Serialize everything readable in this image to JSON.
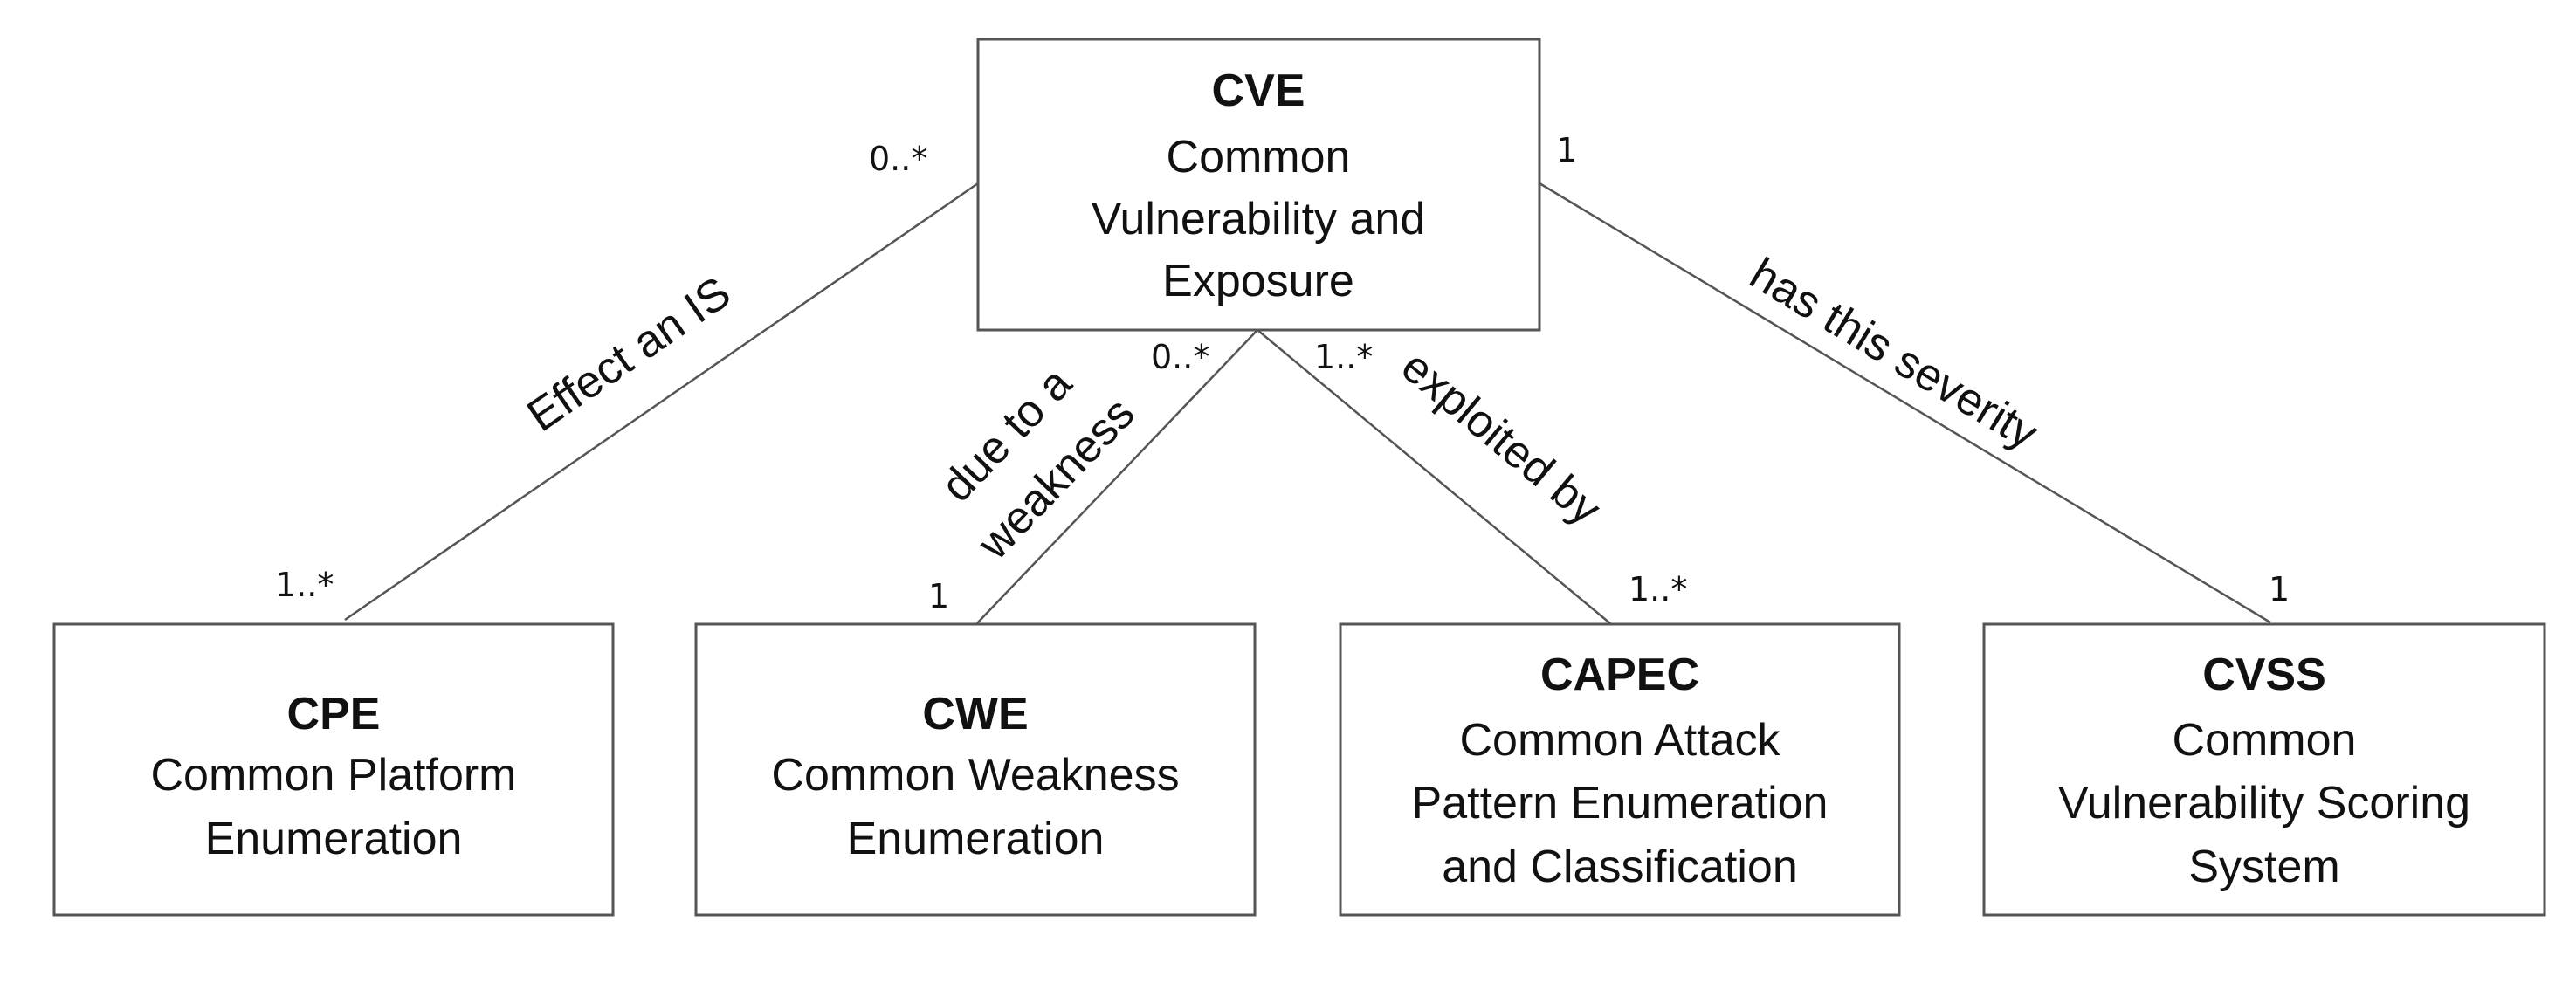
{
  "nodes": {
    "cve": {
      "title": "CVE",
      "lines": [
        "Common",
        "Vulnerability and",
        "Exposure"
      ]
    },
    "cpe": {
      "title": "CPE",
      "lines": [
        "Common Platform",
        "Enumeration"
      ]
    },
    "cwe": {
      "title": "CWE",
      "lines": [
        "Common Weakness",
        "Enumeration"
      ]
    },
    "capec": {
      "title": "CAPEC",
      "lines": [
        "Common Attack",
        "Pattern Enumeration",
        "and Classification"
      ]
    },
    "cvss": {
      "title": "CVSS",
      "lines": [
        "Common",
        "Vulnerability Scoring",
        "System"
      ]
    }
  },
  "edges": {
    "cve_cpe": {
      "label": "Effect an IS",
      "mult_top": "0..*",
      "mult_bottom": "1..*"
    },
    "cve_cwe": {
      "label_lines": [
        "due to a",
        "weakness"
      ],
      "mult_top": "0..*",
      "mult_bottom": "1"
    },
    "cve_capec": {
      "label": "exploited by",
      "mult_top": "1..*",
      "mult_bottom": "1..*"
    },
    "cve_cvss": {
      "label": "has this severity",
      "mult_top": "1",
      "mult_bottom": "1"
    }
  }
}
